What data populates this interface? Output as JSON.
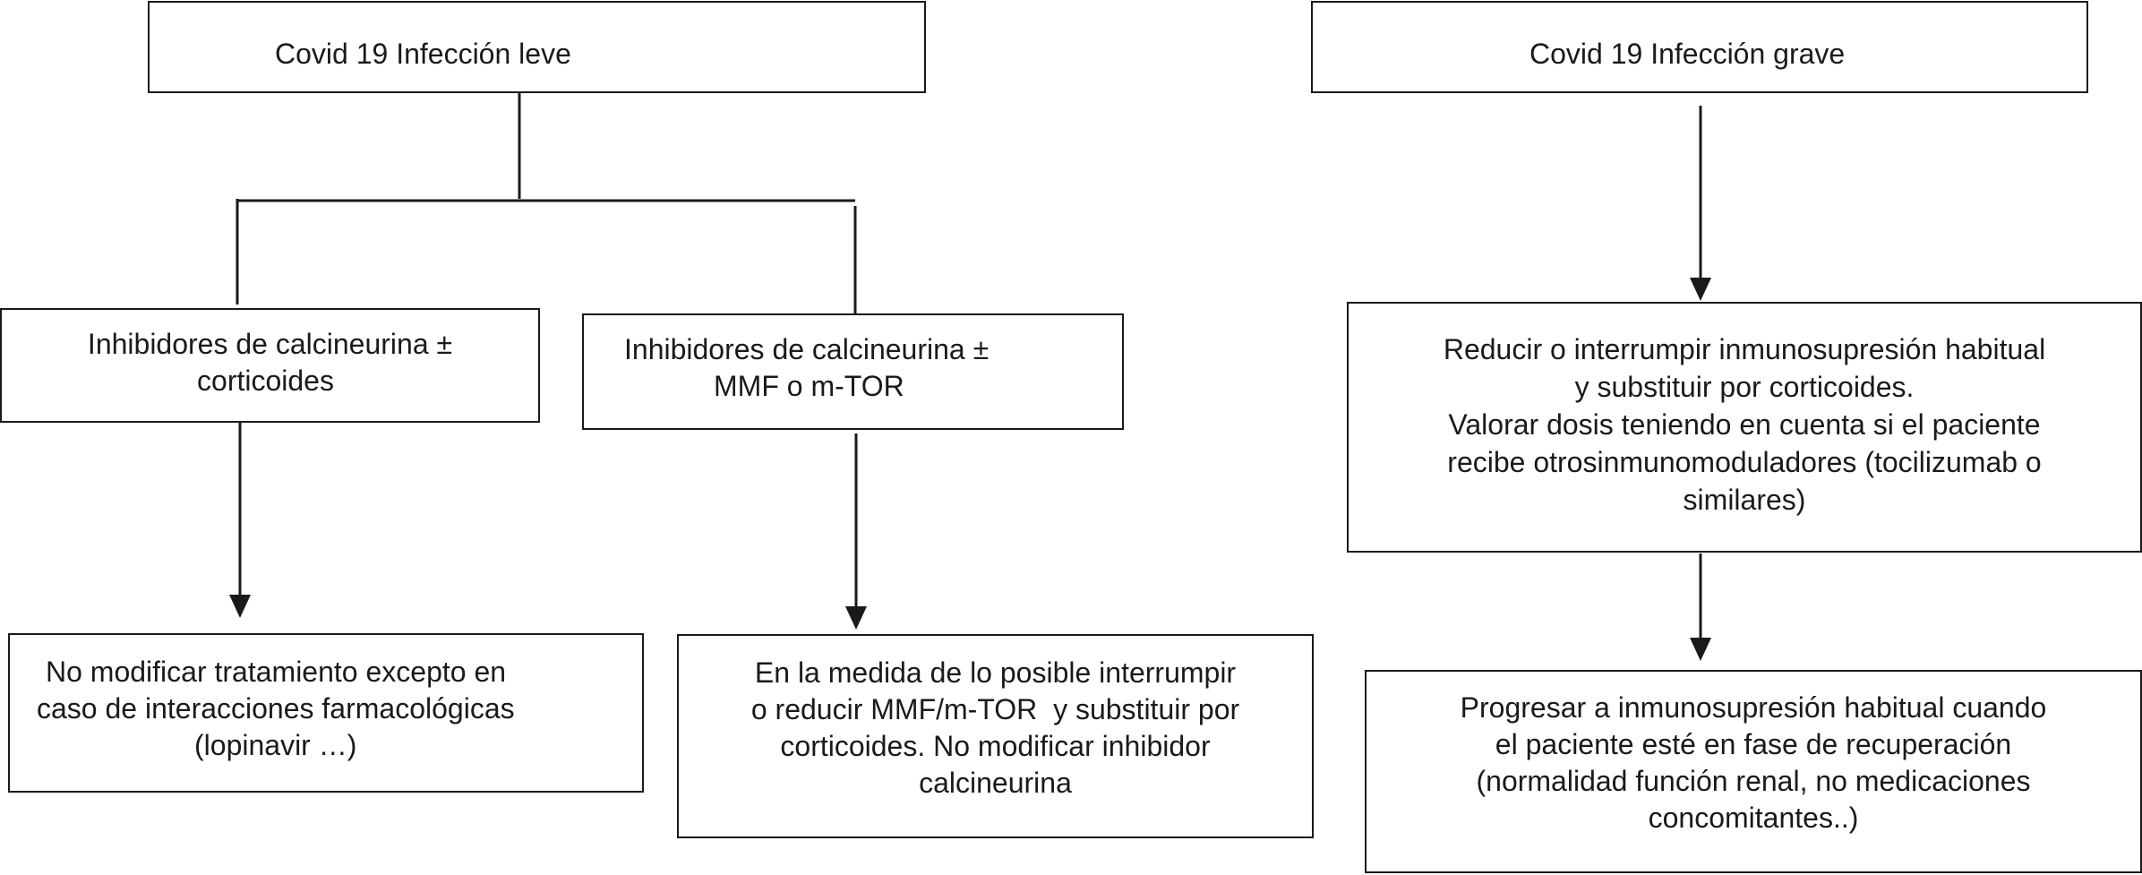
{
  "nodes": {
    "mild": {
      "title": "Covid 19 Infección leve"
    },
    "severe": {
      "title": "Covid 19 Infección grave"
    },
    "cni_steroids": {
      "lines": [
        "Inhibidores de calcineurina ±",
        "corticoides"
      ]
    },
    "cni_mmf": {
      "lines": [
        "Inhibidores de calcineurina ±",
        "MMF o m-TOR"
      ]
    },
    "no_modify": {
      "lines": [
        "No modificar tratamiento excepto en",
        "caso de interacciones farmacológicas",
        "(lopinavir …)"
      ]
    },
    "reduce_mmf": {
      "lines": [
        "En la medida de lo posible interrumpir",
        "o reducir MMF/m-TOR  y substituir por",
        "corticoides. No modificar inhibidor",
        "calcineurina"
      ]
    },
    "reduce_immuno": {
      "lines": [
        "Reducir o interrumpir inmunosupresión habitual",
        "y substituir por corticoides.",
        "Valorar dosis teniendo en cuenta si el paciente",
        "recibe otrosinmunomoduladores (tocilizumab o",
        "similares)"
      ]
    },
    "progress": {
      "lines": [
        "Progresar a inmunosupresión habitual cuando",
        "el paciente esté en fase de recuperación",
        "(normalidad función renal, no medicaciones",
        "concomitantes..)"
      ]
    }
  }
}
